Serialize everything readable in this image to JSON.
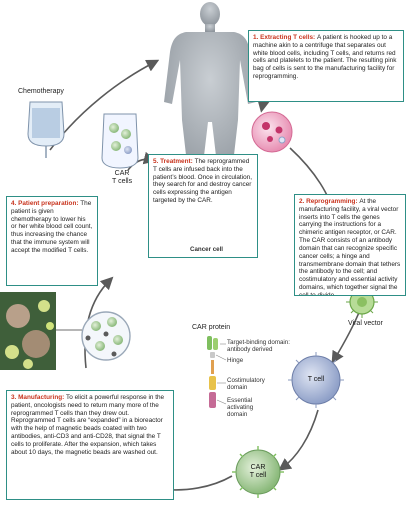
{
  "step1": {
    "title": "1. Extracting T cells:",
    "text": "A patient is hooked up to a machine akin to a centrifuge that separates out white blood cells, including T cells, and returns red cells and platelets to the patient. The resulting pink bag of cells is sent to the manufacturing facility for reprogramming."
  },
  "step2": {
    "title": "2. Reprogramming:",
    "text": "At the manufacturing facility, a viral vector inserts into T cells the genes carrying the instructions for a chimeric antigen receptor, or CAR. The CAR consists of an antibody domain that can recognize specific cancer cells; a hinge and transmembrane domain that tethers the antibody to the cell; and costimulatory and essential activity domains, which together signal the cell to divide."
  },
  "step3": {
    "title": "3. Manufacturing:",
    "text": "To elicit a powerful response in the patient, oncologists need to return many more of the reprogrammed T cells than they drew out. Reprogrammed T cells are “expanded” in a bioreactor with the help of magnetic beads coated with two antibodies, anti-CD3 and anti-CD28, that signal the T cells to proliferate. After the expansion, which takes about 10 days, the magnetic beads are washed out."
  },
  "step4": {
    "title": "4. Patient preparation:",
    "text": "The patient is given chemotherapy to lower his or her white blood cell count, thus increasing the chance that the immune system will accept the modified T cells."
  },
  "step5": {
    "title": "5. Treatment:",
    "text": "The reprogrammed T cells are infused back into the patient’s blood. Once in circulation, they search for and destroy cancer cells expressing the antigen targeted by the CAR."
  },
  "labels": {
    "chemotherapy": "Chemotherapy",
    "car_t_cells": "CAR\nT cells",
    "cancer_cell": "Cancer cell",
    "car_protein": "CAR protein",
    "target_binding": "Target-binding domain:\nantibody derived",
    "hinge": "Hinge",
    "costimulatory": "Costimulatory\ndomain",
    "essential": "Essential\nactivating\ndomain",
    "viral_vector": "Viral vector",
    "t_cell": "T cell",
    "car_t_cell": "CAR\nT cell"
  },
  "colors": {
    "box_border": "#2e8f86",
    "heading": "#c8341e",
    "cycle_arrow": "#5a5a5a",
    "t_cell": "#8fa0c8",
    "car_t_cell": "#9cc48c",
    "body_silhouette": "#9aa0a6"
  }
}
